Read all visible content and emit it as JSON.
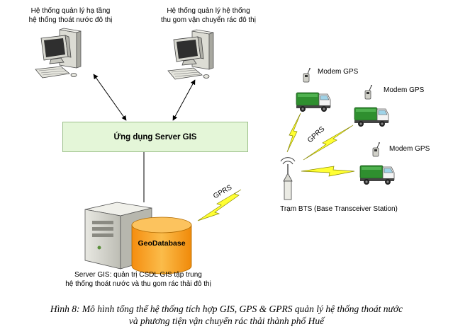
{
  "nodes": {
    "drainage_system": {
      "line1": "Hệ thống quản lý hạ tầng",
      "line2": "hệ thống thoát nước đô thị"
    },
    "waste_system": {
      "line1": "Hệ thống quản lý hệ thống",
      "line2": "thu gom vận chuyển rác đô thị"
    },
    "app_server": "Ứng dụng Server GIS",
    "geodatabase": "GeoDatabase",
    "server": {
      "line1": "Server GIS: quản trị CSDL GIS tập trung",
      "line2": "hệ thống thoát nước và thu gom rác thải đô thị"
    },
    "bts": "Trạm BTS (Base Transceiver Station)",
    "modems": [
      "Modem GPS",
      "Modem GPS",
      "Modem GPS"
    ]
  },
  "links": {
    "gprs_1": "GPRS",
    "gprs_2": "GPRS"
  },
  "caption": {
    "line1": "Hình 8: Mô hình tổng thể hệ thống tích hợp GIS, GPS & GPRS quản lý hệ thống thoát nước",
    "line2": "và phương tiện vận chuyển rác thải thành phố Huế"
  },
  "colors": {
    "app_box": "#e4f6d8",
    "database": "#f7a21b",
    "lightning": "#ffff33",
    "truck_body": "#2f8f2f"
  }
}
